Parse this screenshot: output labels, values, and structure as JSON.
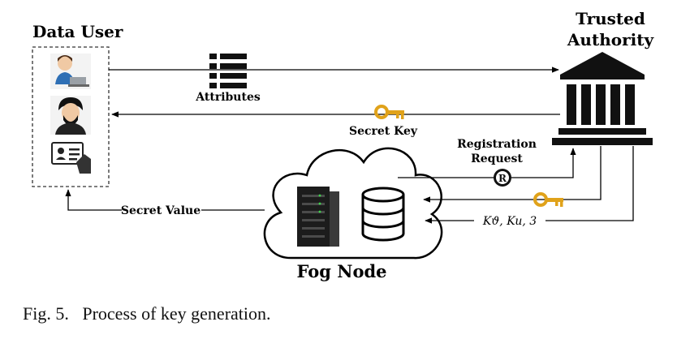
{
  "labels": {
    "data_user": "Data User",
    "trusted_authority_line1": "Trusted",
    "trusted_authority_line2": "Authority",
    "attributes": "Attributes",
    "secret_key": "Secret Key",
    "registration_line1": "Registration",
    "registration_line2": "Request",
    "registration_symbol": "R",
    "secret_value": "Secret Value",
    "fog_node": "Fog Node",
    "k_values": "Kϑ, Ku, 3"
  },
  "caption": {
    "fig": "Fig. 5.",
    "text": "Process of key generation."
  },
  "icons": [
    "user-at-laptop-icon",
    "bearded-user-icon",
    "id-card-hand-icon",
    "list-icon",
    "key-icon",
    "building-icon",
    "cloud-icon",
    "server-rack-icon",
    "database-icon",
    "registered-icon"
  ]
}
